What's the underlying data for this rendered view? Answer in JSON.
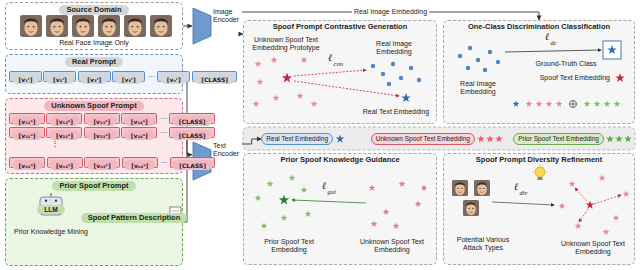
{
  "diagram": {
    "nodes": [
      {
        "text": [
          "Source Domain",
          "Real Face Image Only"
        ]
      },
      {
        "text": [
          "Image Encoder"
        ]
      },
      {
        "text": [
          "Real Prompt"
        ]
      },
      {
        "text": [
          "[v₁ʳ]"
        ],
        "in": 2
      },
      {
        "text": [
          "[v₂ʳ]"
        ],
        "in": 2
      },
      {
        "text": [
          "[v₃ʳ]"
        ],
        "in": 2
      },
      {
        "text": [
          "[v₄ʳ]"
        ],
        "in": 2
      },
      {
        "text": [
          "[vₙʳ]"
        ],
        "in": 2
      },
      {
        "text": [
          "[CLASS]"
        ],
        "in": 2
      },
      {
        "text": [
          "Unknown Spoof Prompt"
        ]
      },
      {
        "text": [
          "[v₁₁ˢ]"
        ],
        "in": 9
      },
      {
        "text": [
          "[v₁₂ˢ]"
        ],
        "in": 9
      },
      {
        "text": [
          "[v₁₃ˢ]"
        ],
        "in": 9
      },
      {
        "text": [
          "[v₁₄ˢ]"
        ],
        "in": 9
      },
      {
        "text": [
          "[CLASS]"
        ],
        "in": 9
      },
      {
        "text": [
          "[v₂₁ˢ]"
        ],
        "in": 9
      },
      {
        "text": [
          "[v₂₂ˢ]"
        ],
        "in": 9
      },
      {
        "text": [
          "[v₂₃ˢ]"
        ],
        "in": 9
      },
      {
        "text": [
          "[v₂₄ˢ]"
        ],
        "in": 9
      },
      {
        "text": [
          "[CLASS]"
        ],
        "in": 9
      },
      {
        "text": [
          "[vₙ₁ˢ]"
        ],
        "in": 9
      },
      {
        "text": [
          "[vₙ₂ˢ]"
        ],
        "in": 9
      },
      {
        "text": [
          "[vₙ₃ˢ]"
        ],
        "in": 9
      },
      {
        "text": [
          "[vₙ₄ˢ]"
        ],
        "in": 9
      },
      {
        "text": [
          "[CLASS]"
        ],
        "in": 9
      },
      {
        "text": [
          "Prior Spoof Prompt"
        ]
      },
      {
        "text": [
          "LLM",
          "Prior Knowledge Mining"
        ],
        "in": 25
      },
      {
        "text": [
          "Spoof Pattern Description"
        ],
        "in": 25
      },
      {
        "text": [
          "Text Encoder"
        ]
      },
      {
        "text": [
          "Spoof Prompt Contrastive Generation"
        ]
      },
      {
        "text": [
          "One-Class Discrimination Classification"
        ]
      },
      {
        "text": [
          "Real Text Embedding"
        ]
      },
      {
        "text": [
          "Unknown Spoof Text Embedding"
        ]
      },
      {
        "text": [
          "Prior Spoof Text Embedding"
        ]
      },
      {
        "text": [
          "Prior Spoof Knowledge Guidance"
        ]
      },
      {
        "text": [
          "Spoof Prompt Diversity Refinement"
        ]
      }
    ],
    "edges": [
      {
        "from": 0,
        "to": 1,
        "arrow": "to"
      },
      {
        "from": 1,
        "to": 30,
        "label": "Real Image Embedding",
        "arrow": "to"
      },
      {
        "from": 1,
        "to": 29,
        "arrow": "to"
      },
      {
        "from": 2,
        "to": 28,
        "arrow": "to"
      },
      {
        "from": 9,
        "to": 28,
        "arrow": "to"
      },
      {
        "from": 25,
        "to": 28,
        "arrow": "to"
      },
      {
        "from": 26,
        "to": 27,
        "arrow": "to"
      },
      {
        "from": 28,
        "to": 31,
        "arrow": "to"
      }
    ],
    "labels": [
      "···",
      "···",
      "···",
      "⋮",
      "···",
      "Unknown Spoof Text Embedding Prototype",
      "Real Image Embedding",
      "Real Text Embedding",
      "ℓ",
      "con",
      "Real Image Embedding",
      "ℓ",
      "dc",
      "Ground-Truth Class",
      "Spoof Text Embedding",
      "ℓ",
      "gui",
      "Prior Spoof Text Embedding",
      "Unknown Spoof Text Embedding",
      "Potential Various Attack Types",
      "ℓ",
      "div",
      "Unknown Spoof Text Embedding"
    ]
  }
}
